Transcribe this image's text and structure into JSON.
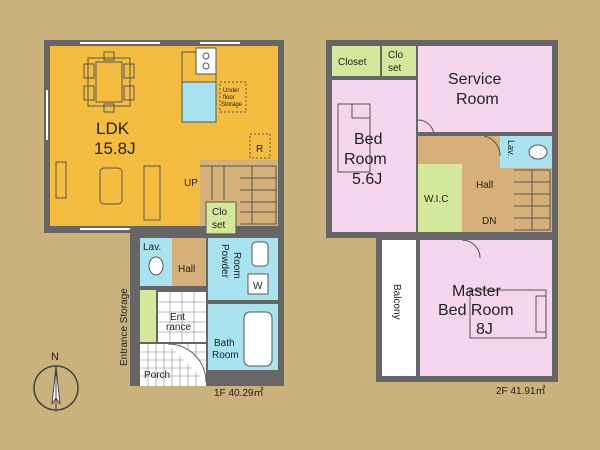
{
  "floor1": {
    "ldk_label": "LDK",
    "ldk_size": "15.8J",
    "up_label": "UP",
    "closet_line1": "Clo",
    "closet_line2": "set",
    "lav_label": "Lav.",
    "hall_label": "Hall",
    "powder_line1": "Powder",
    "powder_line2": "Room",
    "washer_label": "W",
    "refrigerator_label": "R",
    "entrance_storage_label": "Entrance Storage",
    "entrance_line1": "Ent",
    "entrance_line2": "rance",
    "bath_line1": "Bath",
    "bath_line2": "Room",
    "porch_label": "Porch",
    "underfloor_line1": "Under",
    "underfloor_line2": "floor",
    "underfloor_line3": "Storage",
    "area_caption": "1F 40.29㎡"
  },
  "floor2": {
    "closet_label": "Closet",
    "clo2_line1": "Clo",
    "clo2_line2": "set",
    "service_line1": "Service",
    "service_line2": "Room",
    "bed_line1": "Bed",
    "bed_line2": "Room",
    "bed_size": "5.6J",
    "lav_label": "Lav.",
    "hall_label": "Hall",
    "wic_label": "W.I.C",
    "dn_label": "DN",
    "balcony_label": "Balcony",
    "master_line1": "Master",
    "master_line2": "Bed Room",
    "master_size": "8J",
    "area_caption": "2F 41.91㎡"
  },
  "compass_label": "N",
  "colors": {
    "background": "#c9b27b",
    "ldk": "#f5bd3f",
    "wet": "#a9e3ef",
    "bedroom": "#f6d6ef",
    "closet": "#d3e89b",
    "hall": "#d6b079",
    "wall": "#555555"
  }
}
